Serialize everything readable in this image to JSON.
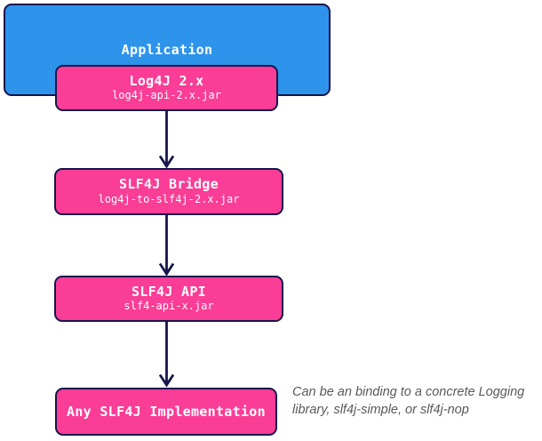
{
  "colors": {
    "application_box": "#2D93EB",
    "node_box": "#FA3D96",
    "border_and_arrow": "#16164B",
    "box_text": "#FFFFFF",
    "note_text": "#58595B"
  },
  "diagram": {
    "application": {
      "title": "Application"
    },
    "nodes": [
      {
        "title": "Log4J 2.x",
        "subtitle": "log4j-api-2.x.jar"
      },
      {
        "title": "SLF4J Bridge",
        "subtitle": "log4j-to-slf4j-2.x.jar"
      },
      {
        "title": "SLF4J API",
        "subtitle": "slf4-api-x.jar"
      },
      {
        "title": "Any SLF4J Implementation",
        "subtitle": ""
      }
    ],
    "note": "Can be an binding to a concrete Logging library, slf4j-simple, or slf4j-nop"
  }
}
